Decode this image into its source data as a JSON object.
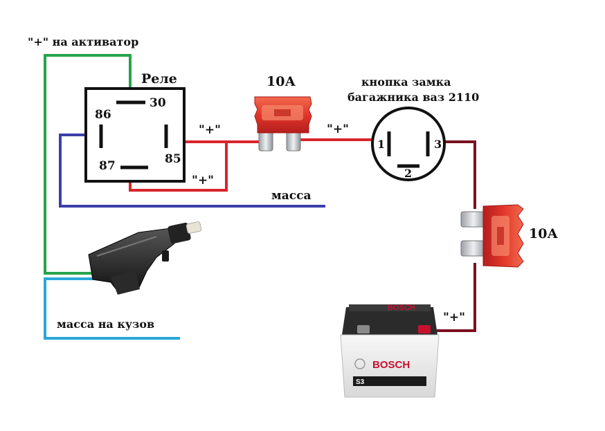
{
  "labels": {
    "plus_to_actuator": "\"+\" на активатор",
    "relay_title": "Реле",
    "pin_30": "30",
    "pin_86": "86",
    "pin_87": "87",
    "pin_85": "85",
    "plus_relay_right": "\"+\"",
    "plus_relay_bottom": "\"+\"",
    "fuse_top_rating": "10А",
    "plus_mid": "\"+\"",
    "button_title_line1": "кнопка замка",
    "button_title_line2": "багажника ваз 2110",
    "button_pin_1": "1",
    "button_pin_2": "2",
    "button_pin_3": "3",
    "ground": "масса",
    "fuse_right_rating": "10А",
    "plus_battery": "\"+\"",
    "ground_to_body": "масса на кузов",
    "battery_brand_top": "BOSCH",
    "battery_brand_front": "BOSCH",
    "battery_model": "S3"
  },
  "colors": {
    "wire_green": "#27a34a",
    "wire_red": "#d9252b",
    "wire_blue": "#3c3fa8",
    "wire_darkred": "#7a1020",
    "wire_cyan": "#2aa7d8",
    "fuse_red": "#e23a2a",
    "bosch_red": "#c8102e"
  }
}
